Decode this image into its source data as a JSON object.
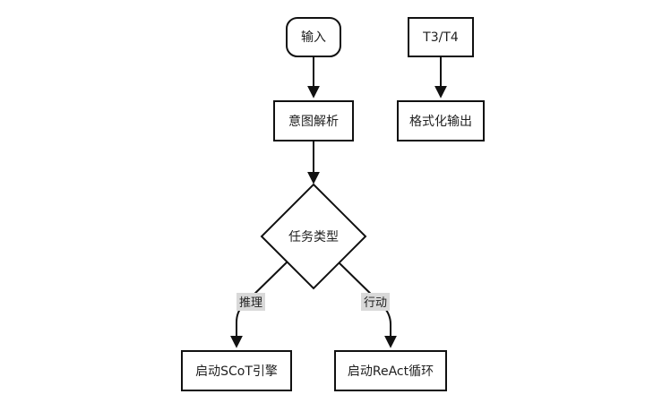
{
  "nodes": {
    "input": "输入",
    "intent": "意图解析",
    "task_type": "任务类型",
    "scot": "启动SCoT引擎",
    "react": "启动ReAct循环",
    "t3t4": "T3/T4",
    "format": "格式化输出"
  },
  "edge_labels": {
    "reasoning": "推理",
    "action": "行动"
  }
}
